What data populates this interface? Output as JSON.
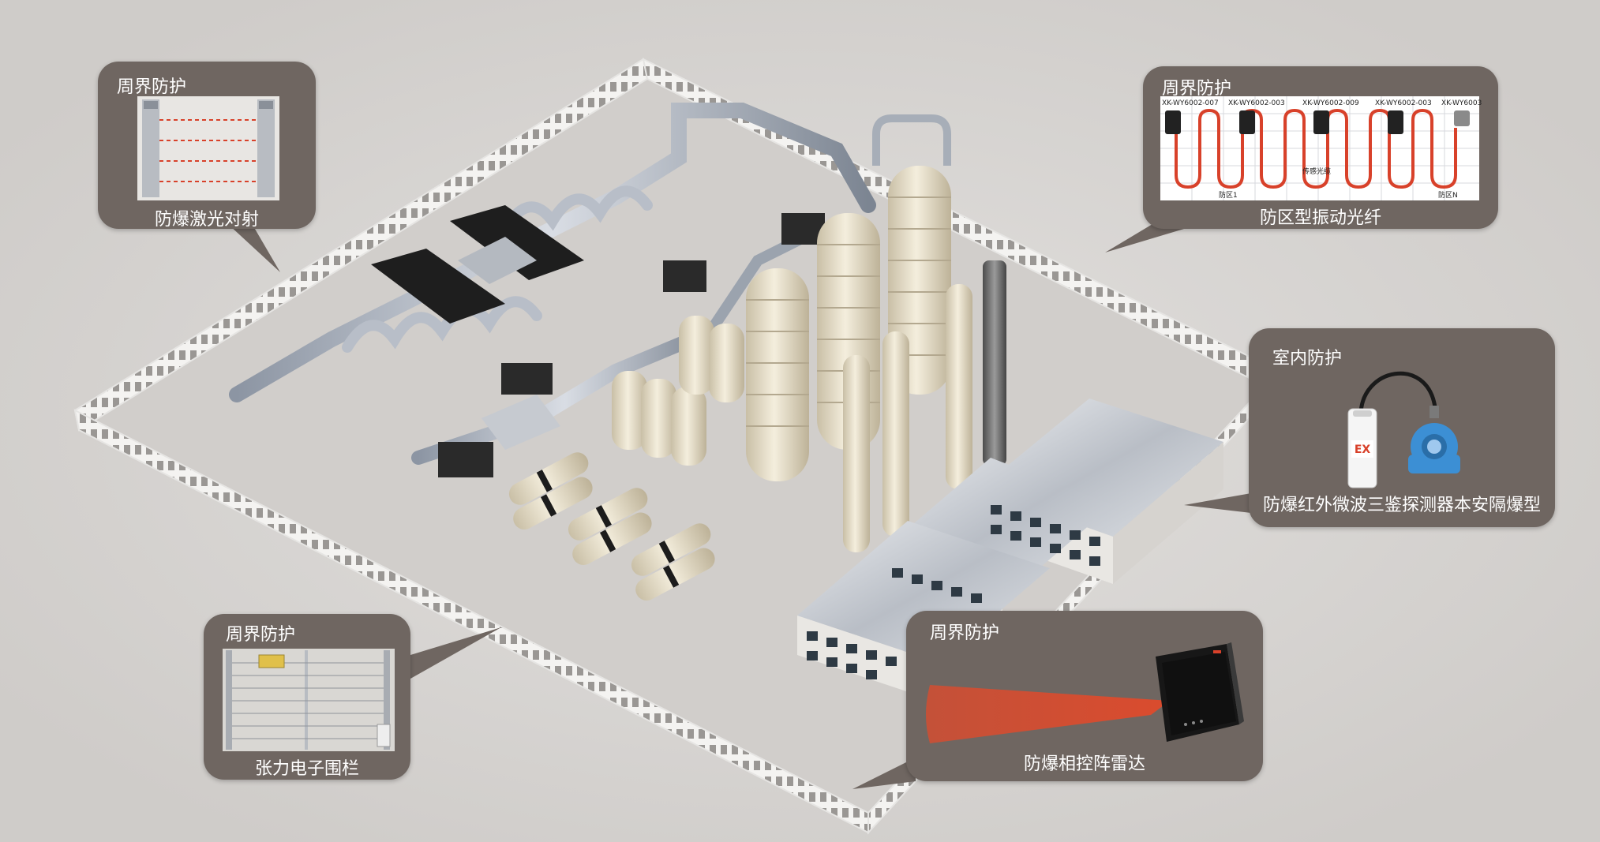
{
  "colors": {
    "background": "#d7d5d3",
    "card": "#6f6661",
    "card_text": "#ffffff",
    "fiber_red": "#d8412a",
    "radar_beam": "#d9462a",
    "fence": "#f3f2f0",
    "tank": "#ece4cf"
  },
  "callouts": {
    "laser": {
      "title": "周界防护",
      "caption": "防爆激光对射",
      "icon": "laser-beam-post-icon"
    },
    "fiber": {
      "title": "周界防护",
      "caption": "防区型振动光纤",
      "icon": "fiber-zone-diagram",
      "device_labels": [
        "XK-WY6002-007",
        "XK-WY6002-003",
        "XK-WY6002-009",
        "XK-WY6002-003",
        "XK-WY6003"
      ],
      "cable_label": "传感光缆",
      "zone_start": "防区1",
      "zone_end": "防区N"
    },
    "indoor": {
      "title": "室内防护",
      "caption": "防爆红外微波三鉴探测器本安隔爆型",
      "ex_mark": "EX",
      "icon": "explosion-proof-detector-icon"
    },
    "tension": {
      "title": "周界防护",
      "caption": "张力电子围栏",
      "icon": "tension-fence-icon"
    },
    "radar": {
      "title": "周界防护",
      "caption": "防爆相控阵雷达",
      "icon": "phased-array-radar-icon"
    }
  }
}
